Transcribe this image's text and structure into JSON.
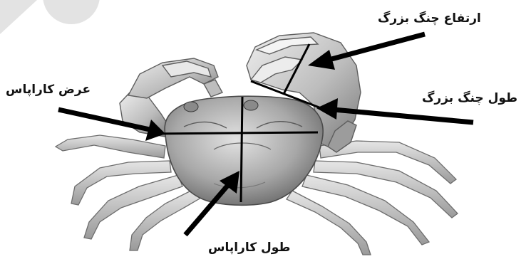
{
  "diagram": {
    "labels": {
      "claw_height": "ارتفاع چنگ بزرگ",
      "claw_length": "طول چنگ بزرگ",
      "carapace_width": "عرض کاراپاس",
      "carapace_length": "طول کاراپاس"
    },
    "colors": {
      "arrow": "#000000",
      "crab_light": "#d4d4d4",
      "crab_mid": "#a6a6a6",
      "crab_dark": "#5c5c5c",
      "background": "#ffffff",
      "corner_mark": "#d9d9d9"
    }
  }
}
